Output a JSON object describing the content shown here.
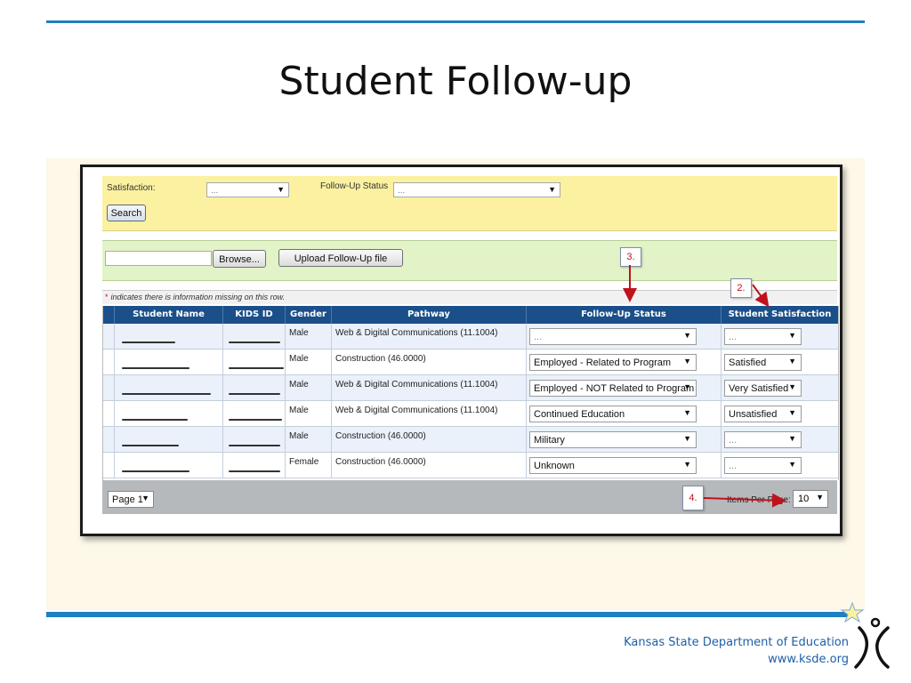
{
  "slide": {
    "title": "Student Follow-up",
    "footer_org": "Kansas State Department of Education",
    "footer_url": "www.ksde.org"
  },
  "colors": {
    "rule_blue": "#1f7fc1",
    "grid_header": "#1a4f8a",
    "filter_panel": "#fbf1a0",
    "upload_panel": "#e2f3c8",
    "callout_text": "#c0121a"
  },
  "filters": {
    "satisfaction_label": "Satisfaction:",
    "satisfaction_value": "...",
    "followup_label": "Follow-Up Status",
    "followup_value": "...",
    "search_label": "Search"
  },
  "upload": {
    "browse_label": "Browse...",
    "upload_label": "Upload Follow-Up file"
  },
  "info": {
    "asterisk": "*",
    "text": "indicates there is information missing on this row."
  },
  "grid": {
    "columns": [
      "Student Name",
      "KIDS ID",
      "Gender",
      "Pathway",
      "Follow-Up Status",
      "Student Satisfaction"
    ],
    "rows": [
      {
        "gender": "Male",
        "pathway": "Web & Digital Communications (11.1004)",
        "followup": "...",
        "satisfaction": "..."
      },
      {
        "gender": "Male",
        "pathway": "Construction (46.0000)",
        "followup": "Employed - Related to Program",
        "satisfaction": "Satisfied"
      },
      {
        "gender": "Male",
        "pathway": "Web & Digital Communications (11.1004)",
        "followup": "Employed - NOT Related to Program",
        "satisfaction": "Very Satisfied"
      },
      {
        "gender": "Male",
        "pathway": "Web & Digital Communications (11.1004)",
        "followup": "Continued Education",
        "satisfaction": "Unsatisfied"
      },
      {
        "gender": "Male",
        "pathway": "Construction (46.0000)",
        "followup": "Military",
        "satisfaction": "..."
      },
      {
        "gender": "Female",
        "pathway": "Construction (46.0000)",
        "followup": "Unknown",
        "satisfaction": "..."
      }
    ]
  },
  "pager": {
    "page_value": "Page 1",
    "items_per_page_label": "Items Per Page:",
    "items_per_page_value": "10"
  },
  "callouts": {
    "c2": "2.",
    "c3": "3.",
    "c4": "4."
  },
  "icons": {
    "dropdown": "chevron-down-icon",
    "logo": "ksde-star-logo"
  }
}
